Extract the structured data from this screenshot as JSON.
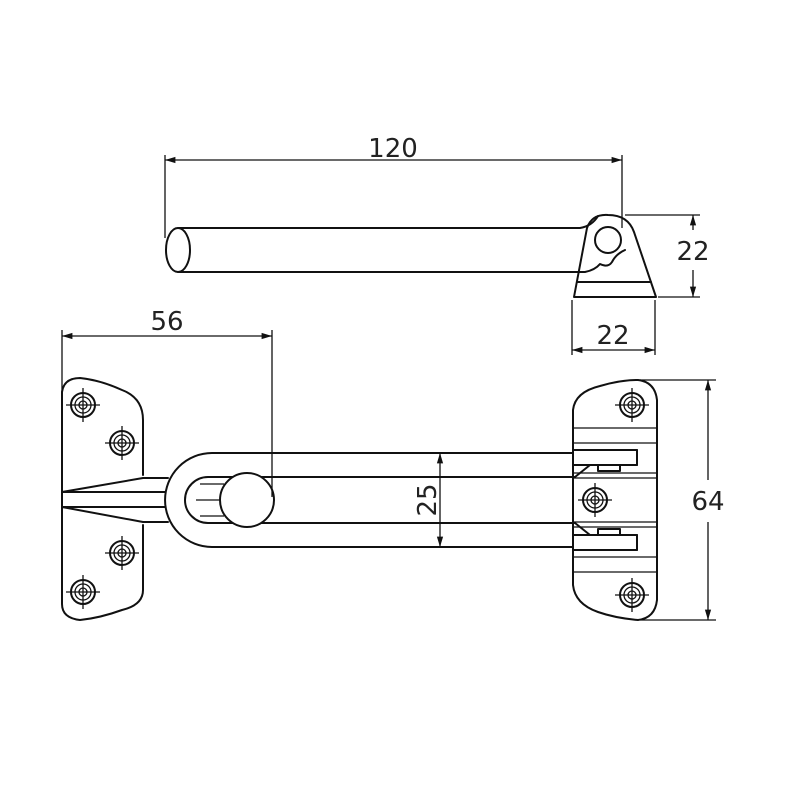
{
  "title": "Door guard dimensions drawing",
  "dimensions": {
    "length": "120",
    "eye_height": "22",
    "base_width": "22",
    "plate_offset": "56",
    "slot_width": "25",
    "plate_height": "64"
  },
  "colors": {
    "line": "#111111",
    "background": "#ffffff"
  }
}
